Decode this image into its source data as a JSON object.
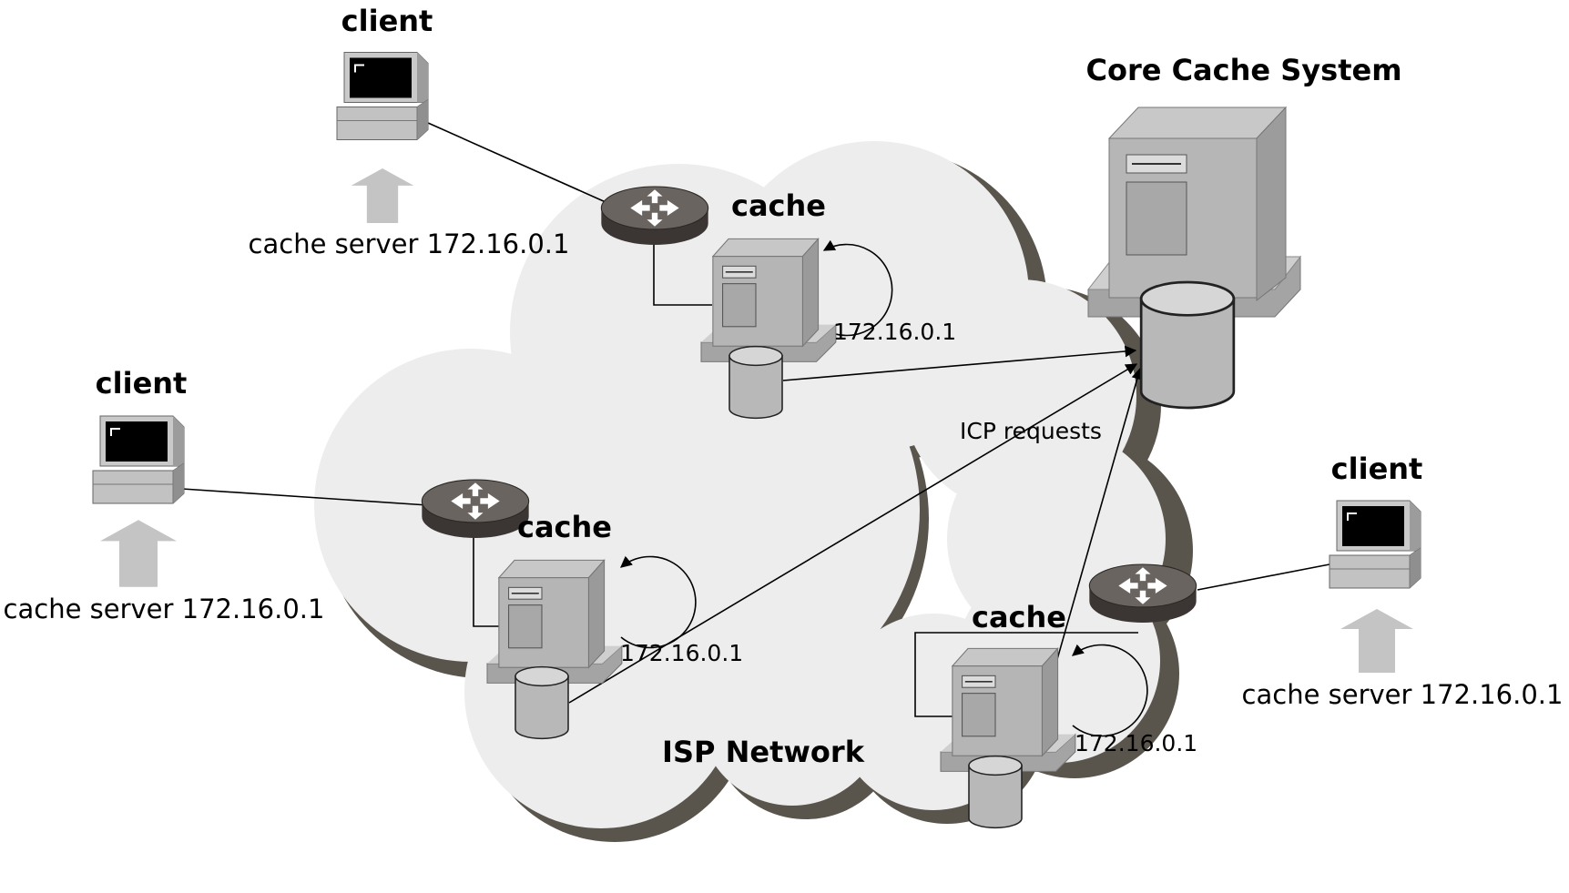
{
  "title": "Core Cache System",
  "cloud_label": "ISP Network",
  "icp_label": "ICP requests",
  "clients": [
    {
      "label": "client",
      "caption": "cache server 172.16.0.1"
    },
    {
      "label": "client",
      "caption": "cache server 172.16.0.1"
    },
    {
      "label": "client",
      "caption": "cache server 172.16.0.1"
    }
  ],
  "caches": [
    {
      "label": "cache",
      "ip": "172.16.0.1"
    },
    {
      "label": "cache",
      "ip": "172.16.0.1"
    },
    {
      "label": "cache",
      "ip": "172.16.0.1"
    }
  ],
  "colors": {
    "cloud_fill": "#ededed",
    "cloud_shadow": "#5a554c",
    "device_gray": "#b4b4b4",
    "router_body": "#4a4541"
  }
}
